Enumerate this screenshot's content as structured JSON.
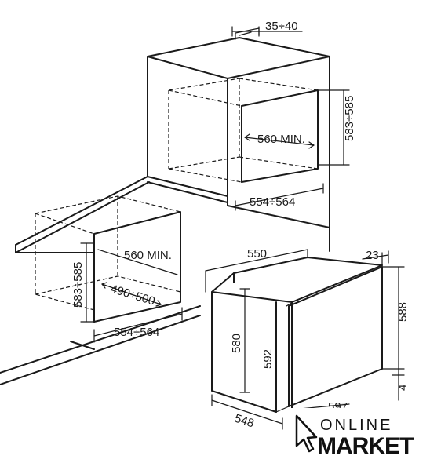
{
  "dimensions": {
    "top_gap": "35÷40",
    "upper_height": "583÷585",
    "upper_min_depth": "560 MIN.",
    "upper_width": "554÷564",
    "lower_height": "583÷585",
    "lower_min_depth": "560 MIN.",
    "lower_depth_range": "490÷500",
    "lower_width": "554÷564",
    "oven_depth_top": "550",
    "oven_front_thickness": "23",
    "oven_body_height": "580",
    "oven_side_height": "592",
    "oven_front_height": "588",
    "oven_bottom_offset": "4",
    "oven_base_width": "548",
    "oven_front_width_partial": "597"
  },
  "logo": {
    "line1": "ONLINE",
    "line2": "MARKET"
  },
  "colors": {
    "ink": "#1a1a1a",
    "background": "#ffffff"
  }
}
